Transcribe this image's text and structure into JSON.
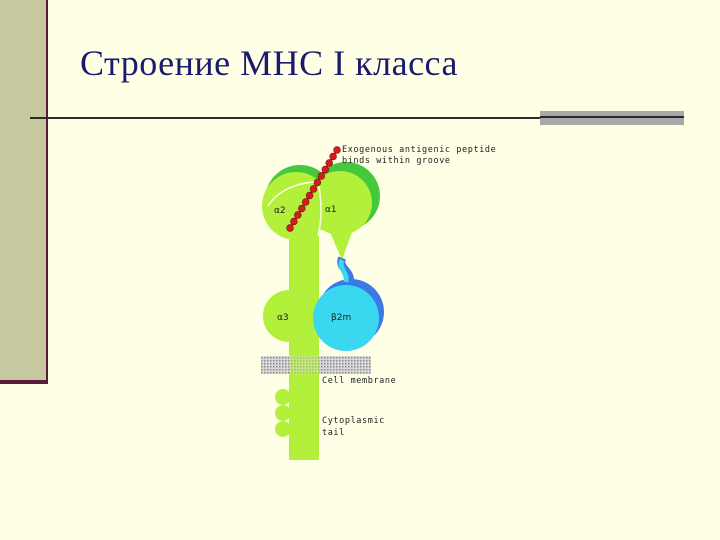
{
  "slide": {
    "title": "Строение MHC I класса"
  },
  "diagram": {
    "peptide_label_line1": "Exogenous antigenic peptide",
    "peptide_label_line2": "binds within groove",
    "alpha2_label": "α2",
    "alpha1_label": "α1",
    "alpha3_label": "α3",
    "b2m_label": "β2m",
    "membrane_label": "Cell membrane",
    "tail_label_line1": "Cytoplasmic",
    "tail_label_line2": "tail",
    "colors": {
      "mhc_chain": "#b2f03c",
      "mhc_shadow": "#46c83c",
      "b2m": "#39d8f0",
      "b2m_shadow": "#3c78e6",
      "peptide": "#d41e1e",
      "membrane": "#bdbdbd"
    }
  }
}
